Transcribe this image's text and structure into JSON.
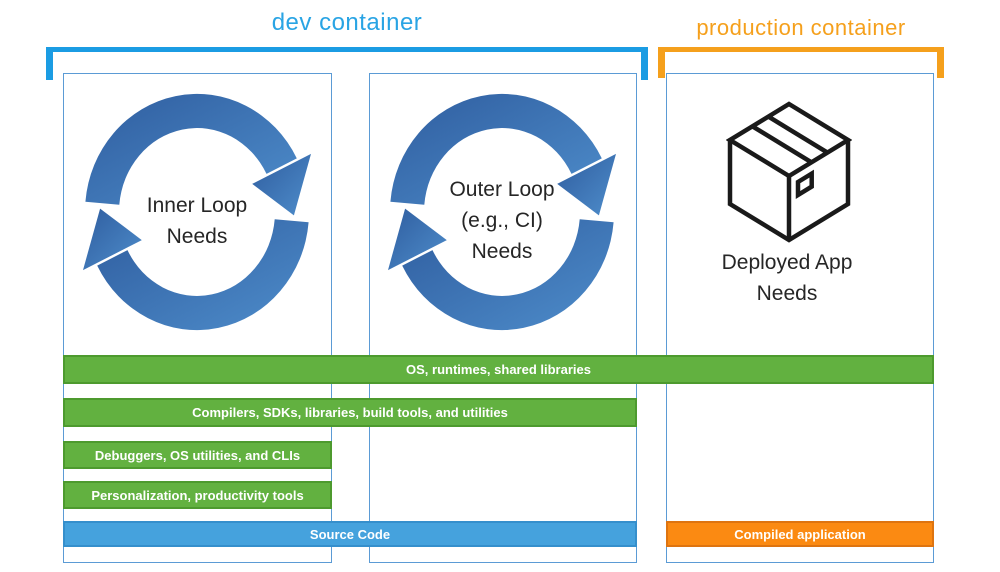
{
  "titles": {
    "dev": "dev container",
    "production": "production container"
  },
  "colors": {
    "dev_accent": "#1b9ce3",
    "production_accent": "#f5a01c",
    "layer_green_fill": "#62b140",
    "layer_green_border": "#4d9a2e",
    "layer_blue_fill": "#45a2dd",
    "layer_blue_border": "#358fcc",
    "layer_orange_fill": "#fb8a12",
    "layer_orange_border": "#de7410",
    "box_border": "#5b9bd5",
    "loop_arrow_dark": "#2f5d9f",
    "loop_arrow_light": "#4e8dcb",
    "package_outline": "#1a1a1a"
  },
  "containers": [
    {
      "id": "inner-loop",
      "icon": "cycle-arrows-icon",
      "label_lines": [
        "Inner Loop",
        "Needs"
      ]
    },
    {
      "id": "outer-loop",
      "icon": "cycle-arrows-icon",
      "label_lines": [
        "Outer Loop",
        "(e.g., CI)",
        "Needs"
      ]
    },
    {
      "id": "deployed-app",
      "icon": "package-box-icon",
      "label_lines": [
        "Deployed App",
        "Needs"
      ]
    }
  ],
  "layers": [
    {
      "label": "OS, runtimes, shared libraries",
      "color": "green",
      "spans": [
        "inner-loop",
        "outer-loop",
        "deployed-app"
      ]
    },
    {
      "label": "Compilers, SDKs, libraries, build tools, and utilities",
      "color": "green",
      "spans": [
        "inner-loop",
        "outer-loop"
      ]
    },
    {
      "label": "Debuggers, OS utilities, and CLIs",
      "color": "green",
      "spans": [
        "inner-loop"
      ]
    },
    {
      "label": "Personalization, productivity tools",
      "color": "green",
      "spans": [
        "inner-loop"
      ]
    },
    {
      "label": "Source Code",
      "color": "blue",
      "spans": [
        "inner-loop",
        "outer-loop"
      ]
    },
    {
      "label": "Compiled application",
      "color": "orange",
      "spans": [
        "deployed-app"
      ]
    }
  ]
}
